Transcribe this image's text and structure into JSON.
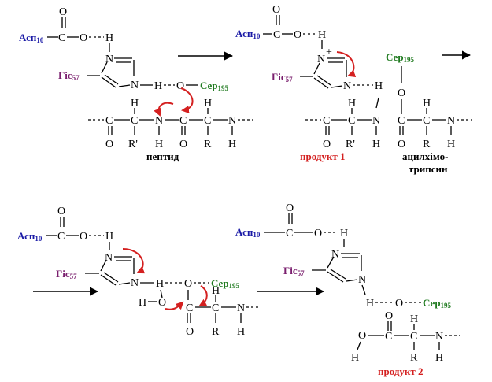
{
  "colors": {
    "asp": "#1a1aa6",
    "his": "#7a1f6e",
    "ser": "#1f7a1f",
    "product": "#d42020",
    "arrow_red": "#d42020",
    "text": "#000000"
  },
  "atoms": {
    "O": "O",
    "C": "C",
    "H": "H",
    "N": "N",
    "R": "R",
    "R_prime": "R'"
  },
  "residues": {
    "asp": {
      "name": "Асп",
      "num": "10"
    },
    "his": {
      "name": "Гіс",
      "num": "57"
    },
    "ser": {
      "name": "Сер",
      "num": "195"
    }
  },
  "captions": {
    "peptide": "пептид",
    "product1": "продукт 1",
    "acyl_line1": "ацилхімо-",
    "acyl_line2": "трипсин",
    "product2": "продукт 2"
  }
}
